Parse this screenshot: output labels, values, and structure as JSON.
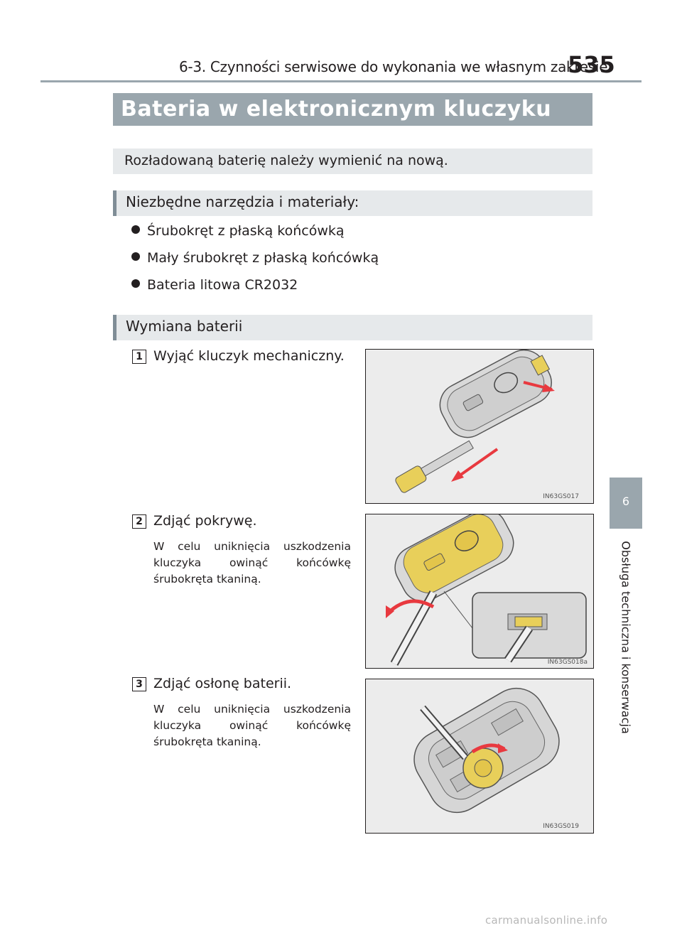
{
  "header": {
    "section": "6-3. Czynności serwisowe do wykonania we własnym zakresie",
    "page_number": "535"
  },
  "title": "Bateria w elektronicznym kluczyku",
  "intro": "Rozładowaną baterię należy wymienić na nową.",
  "tools": {
    "heading": "Niezbędne narzędzia i materiały:",
    "items": [
      "Śrubokręt z płaską końcówką",
      "Mały śrubokręt z płaską końcówką",
      "Bateria litowa CR2032"
    ]
  },
  "replacement": {
    "heading": "Wymiana baterii",
    "steps": [
      {
        "number": "1",
        "text": "Wyjąć kluczyk mechaniczny.",
        "note": "",
        "figure_code": "IN63GS017"
      },
      {
        "number": "2",
        "text": "Zdjąć pokrywę.",
        "note": "W celu uniknięcia uszkodzenia kluczyka owinąć końcówkę śrubokręta tkaniną.",
        "figure_code": "IN63GS018a"
      },
      {
        "number": "3",
        "text": "Zdjąć osłonę baterii.",
        "note": "W celu uniknięcia uszkodzenia kluczyka owinąć końcówkę śrubokręta tkaniną.",
        "figure_code": "IN63GS019"
      }
    ]
  },
  "side_tab": {
    "number": "6",
    "label": "Obsługa techniczna i konserwacja"
  },
  "footer": "carmanualsonline.info",
  "colors": {
    "header_bar": "#9aa6ad",
    "light_bar": "#e6e9eb",
    "highlight": "#e8cf5a",
    "arrow": "#e8393f"
  }
}
